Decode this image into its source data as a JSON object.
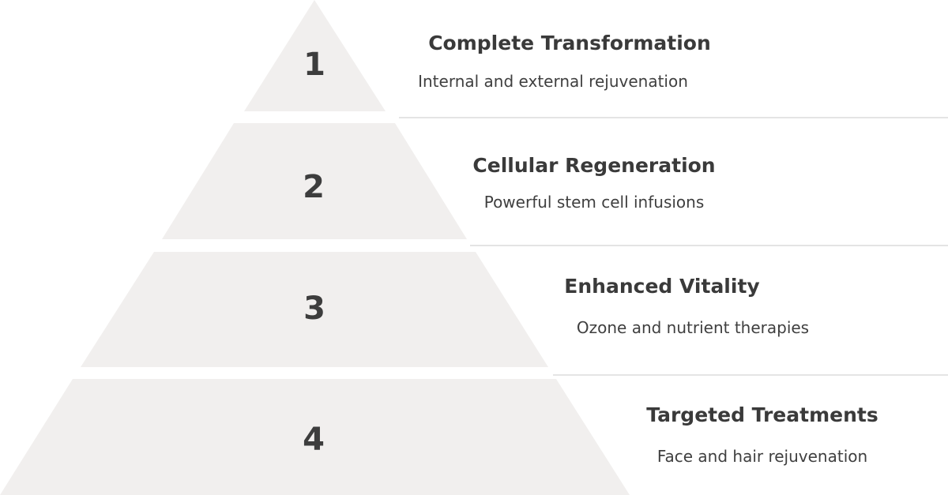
{
  "colors": {
    "tier_fill": "#f1efee",
    "divider": "#dcdcdc",
    "number": "#3d3d3d",
    "title": "#3a3a3a",
    "description": "#3f3f3f"
  },
  "tiers": [
    {
      "number": "1",
      "title": "Complete Transformation",
      "description": "Internal and external rejuvenation"
    },
    {
      "number": "2",
      "title": "Cellular Regeneration",
      "description": "Powerful stem cell infusions"
    },
    {
      "number": "3",
      "title": "Enhanced Vitality",
      "description": "Ozone and nutrient therapies"
    },
    {
      "number": "4",
      "title": "Targeted Treatments",
      "description": "Face and hair rejuvenation"
    }
  ]
}
